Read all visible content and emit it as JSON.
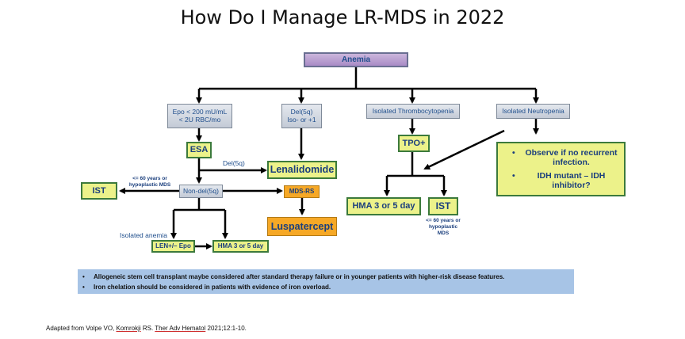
{
  "title": "How Do I Manage LR-MDS in 2022",
  "nodes": {
    "anemia": "Anemia",
    "epo_line1": "Epo < 200 mU/mL",
    "epo_line2": "< 2U RBC/mo",
    "del5q_line1": "Del(5q)",
    "del5q_line2": "Iso- or +1",
    "thrombocytopenia": "Isolated Thrombocytopenia",
    "neutropenia": "Isolated Neutropenia",
    "esa": "ESA",
    "lenalidomide": "Lenalidomide",
    "tpo": "TPO+",
    "observe_bullet": "•",
    "observe_text": "Observe if no recurrent infection.",
    "idh_bullet": "•",
    "idh_text": "IDH mutant – IDH inhibitor?",
    "ist_left": "IST",
    "non_del5q": "Non-del(5q)",
    "mds_rs": "MDS-RS",
    "luspatercept": "Luspatercept",
    "hma_right": "HMA 3 or 5 day",
    "ist_right": "IST",
    "len_epo": "LEN+/– Epo",
    "hma_bottom": "HMA 3 or 5 day"
  },
  "labels": {
    "del5q_arrow": "Del(5q)",
    "age_left_line1": "<= 60 years or",
    "age_left_line2": "hypoplastic MDS",
    "age_right_line1": "<= 60 years or",
    "age_right_line2": "hypoplastic",
    "age_right_line3": "MDS",
    "isolated_anemia": "Isolated anemia"
  },
  "notes": [
    {
      "bullet": "•",
      "text": "Allogeneic stem cell transplant maybe considered after standard therapy failure or in younger patients with higher-risk disease features."
    },
    {
      "bullet": "•",
      "text": "Iron chelation should be considered in patients with evidence of iron overload."
    }
  ],
  "footer": {
    "prefix": "Adapted from Volpe VO, ",
    "author2": "Komrokji",
    "mid": " RS. ",
    "journal": "Ther Adv Hematol",
    "suffix": " 2021;12:1-10."
  },
  "colors": {
    "yellow_box": "#ecf28a",
    "orange_box": "#f6a826",
    "purple_box": "#a98bc6",
    "grey_box": "#c3cad6",
    "note_band": "#a7c4e6",
    "text_navy": "#1b3f7d"
  }
}
